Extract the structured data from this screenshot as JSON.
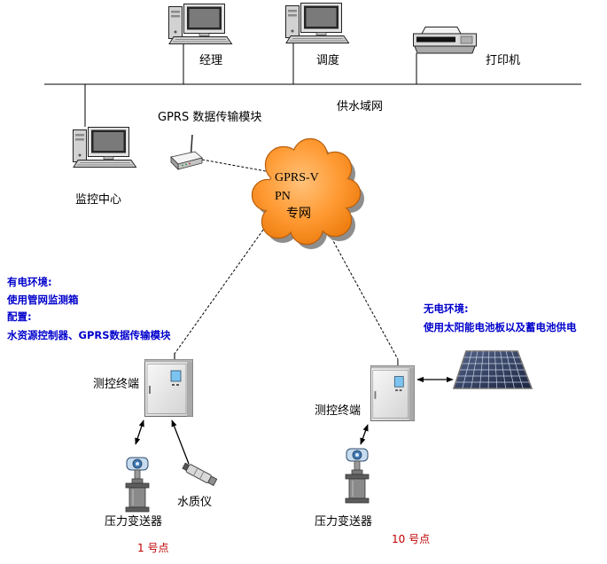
{
  "diagram": {
    "lan_label": "供水域网",
    "office": {
      "manager": {
        "label": "经理",
        "icon": "desktop-computer-icon"
      },
      "dispatch": {
        "label": "调度",
        "icon": "desktop-computer-icon"
      },
      "printer": {
        "label": "打印机",
        "icon": "printer-icon"
      }
    },
    "monitor_center": {
      "label": "监控中心",
      "icon": "desktop-computer-icon"
    },
    "gprs_module": {
      "label": "GPRS 数据传输模块",
      "icon": "gprs-modem-icon"
    },
    "gprs_vpn": {
      "lines": [
        "GPRS-V",
        "PN",
        "专网"
      ],
      "icon": "cloud-icon"
    },
    "site_1": {
      "name": "1 号点",
      "terminal": "测控终端",
      "pressure_transmitter": "压力变送器",
      "water_quality_meter": "水质仪",
      "note": [
        "有电环境:",
        "使用管网监测箱",
        "配置:",
        "水资源控制器、GPRS数据传输模块"
      ]
    },
    "site_10": {
      "name": "10 号点",
      "terminal": "测控终端",
      "pressure_transmitter": "压力变送器",
      "power_source_icon": "solar-panel-icon",
      "note": [
        "无电环境:",
        "使用太阳能电池板以及蓄电池供电"
      ]
    }
  },
  "colors": {
    "cloud": "#FF9A33",
    "note_text": "#0000CC",
    "site_text": "#C00000",
    "line": "#000000"
  }
}
